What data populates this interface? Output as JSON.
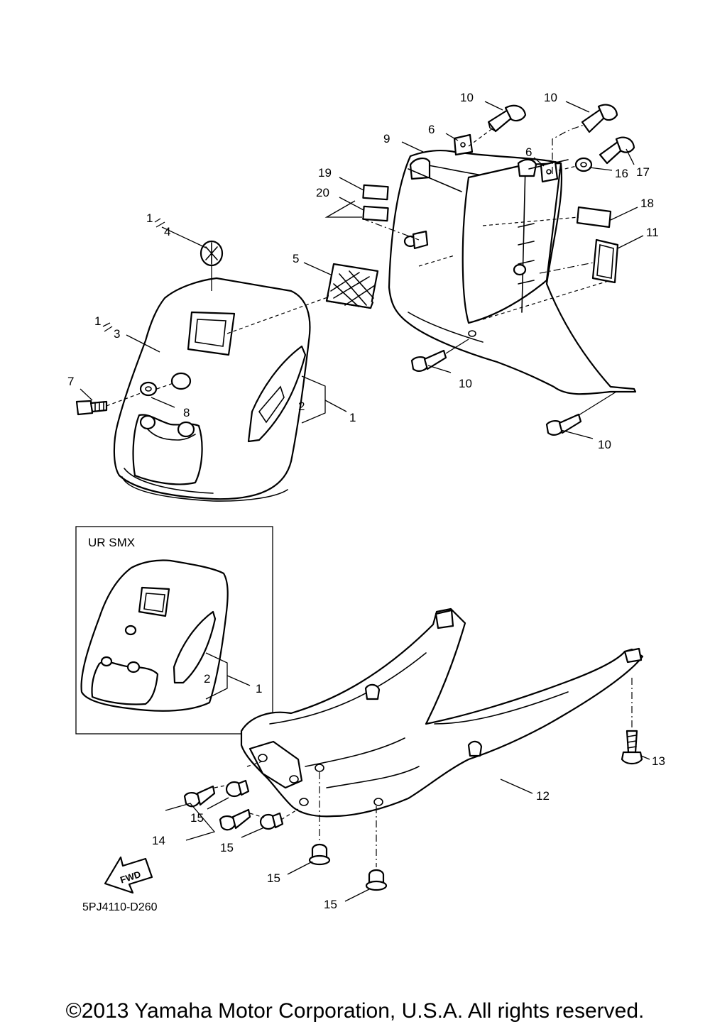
{
  "diagram": {
    "inset_title": "UR SMX",
    "drawing_code": "5PJ4110-D260",
    "fwd_label": "FWD",
    "copyright": "©2013 Yamaha Motor Corporation, U.S.A. All rights reserved.",
    "callouts": {
      "c10a": "10",
      "c10b": "10",
      "c10c": "10",
      "c10d": "10",
      "c9": "9",
      "c6a": "6",
      "c6b": "6",
      "c17": "17",
      "c16": "16",
      "c19": "19",
      "c20": "20",
      "c18": "18",
      "c11": "11",
      "c1a": "1",
      "c4": "4",
      "c1b": "1",
      "c3": "3",
      "c5": "5",
      "c7": "7",
      "c8": "8",
      "c2": "2",
      "c1c": "1",
      "c2i": "2",
      "c1i": "1",
      "c13": "13",
      "c12": "12",
      "c15a": "15",
      "c15b": "15",
      "c15c": "15",
      "c15d": "15",
      "c14": "14"
    }
  }
}
